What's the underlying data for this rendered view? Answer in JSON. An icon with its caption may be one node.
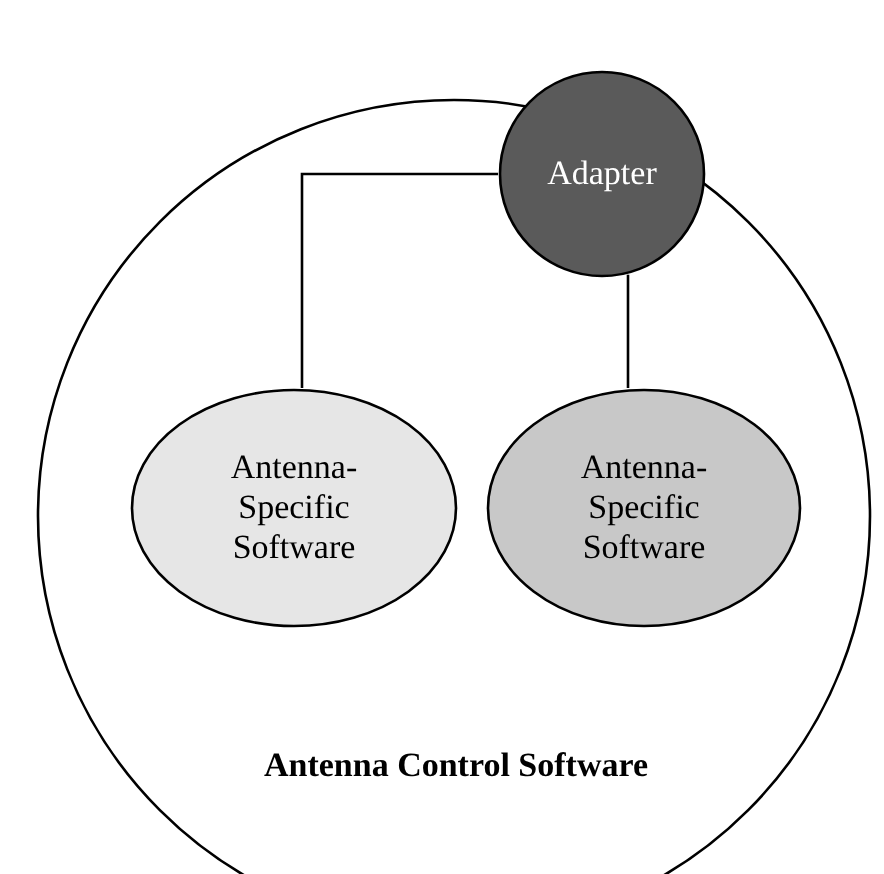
{
  "diagram": {
    "nodes": [
      {
        "text": [
          "Antenna Control Software"
        ]
      },
      {
        "text": [
          "Adapter"
        ],
        "in": 0
      },
      {
        "text": [
          "Antenna-Specific Software"
        ],
        "in": 0
      },
      {
        "text": [
          "Antenna-Specific Software"
        ],
        "in": 0
      }
    ],
    "edges": [
      {
        "from": 1,
        "to": 2,
        "arrow": "none"
      },
      {
        "from": 1,
        "to": 3,
        "arrow": "none"
      }
    ]
  }
}
